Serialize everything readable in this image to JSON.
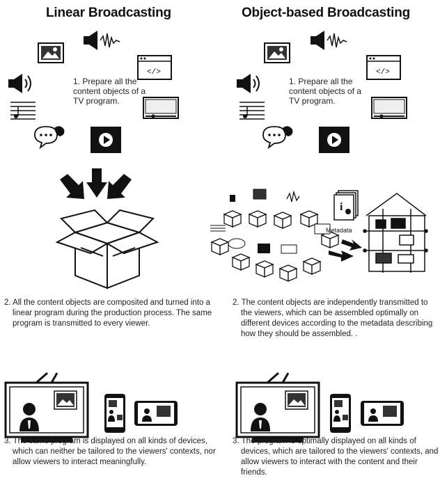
{
  "left": {
    "title": "Linear Broadcasting",
    "step1": "1. Prepare all the content objects of a TV program.",
    "step2": "2. All the content objects are composited and turned into a linear program during the production process. The same program is transmitted to every viewer.",
    "step3": "3. The same program is displayed on all kinds of devices, which can neither be tailored to the viewers' contexts, nor allow viewers to interact meaningfully."
  },
  "right": {
    "title": "Object-based Broadcasting",
    "step1": "1. Prepare all the content objects of a TV program.",
    "step2": "2. The content objects are independently transmitted to the viewers, which can be assembled optimally on different devices according to the metadata describing how they should be assembled. .",
    "step3": "3. The program is optimally displayed on all kinds of devices, which are tailored to the viewers' contexts, and allow viewers to interact with the content and their friends.",
    "metadata_label": "Metadata"
  }
}
